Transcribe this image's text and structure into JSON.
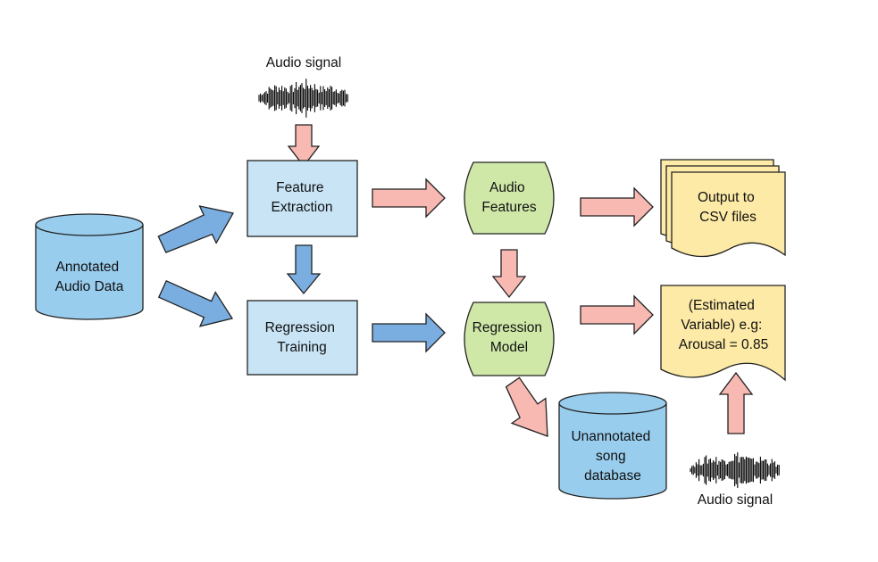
{
  "nodes": {
    "audio_signal_top": {
      "label": "Audio signal"
    },
    "feature_extraction": {
      "lines": [
        "Feature",
        "Extraction"
      ]
    },
    "regression_training": {
      "lines": [
        "Regression",
        "Training"
      ]
    },
    "annotated_audio_data": {
      "lines": [
        "Annotated",
        "Audio Data"
      ]
    },
    "audio_features": {
      "lines": [
        "Audio",
        "Features"
      ]
    },
    "regression_model": {
      "lines": [
        "Regression",
        "Model"
      ]
    },
    "output_csv": {
      "lines": [
        "Output to",
        "CSV files"
      ]
    },
    "estimated_variable": {
      "lines": [
        "(Estimated",
        "Variable) e.g:",
        "Arousal = 0.85"
      ]
    },
    "unannotated_db": {
      "lines": [
        "Unannotated",
        "song",
        "database"
      ]
    },
    "audio_signal_bottom": {
      "label": "Audio signal"
    }
  },
  "edges": [
    {
      "from": "annotated_audio_data",
      "to": "feature_extraction",
      "color": "blue"
    },
    {
      "from": "annotated_audio_data",
      "to": "regression_training",
      "color": "blue"
    },
    {
      "from": "feature_extraction",
      "to": "regression_training",
      "color": "blue"
    },
    {
      "from": "regression_training",
      "to": "regression_model",
      "color": "blue"
    },
    {
      "from": "audio_signal_top",
      "to": "feature_extraction",
      "color": "pink"
    },
    {
      "from": "feature_extraction",
      "to": "audio_features",
      "color": "pink"
    },
    {
      "from": "audio_features",
      "to": "output_csv",
      "color": "pink"
    },
    {
      "from": "audio_features",
      "to": "regression_model",
      "color": "pink"
    },
    {
      "from": "regression_model",
      "to": "estimated_variable",
      "color": "pink"
    },
    {
      "from": "regression_model",
      "to": "unannotated_db",
      "color": "pink"
    },
    {
      "from": "audio_signal_bottom",
      "to": "estimated_variable",
      "color": "pink"
    }
  ],
  "colors": {
    "process_fill": "#c8e4f5",
    "model_fill": "#cfe8a8",
    "database_fill": "#99cdee",
    "document_fill": "#fdeaa6",
    "blue_arrow": "#7aaee0",
    "pink_arrow": "#f7b9b2",
    "stroke": "#222222"
  },
  "icons": {
    "waveform_top": "audio-waveform-icon",
    "waveform_bottom": "audio-waveform-icon"
  }
}
